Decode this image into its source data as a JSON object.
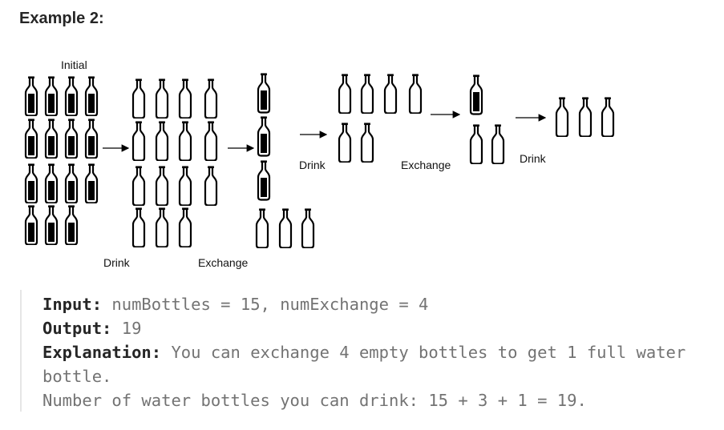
{
  "heading": "Example 2:",
  "diagram": {
    "labels": {
      "initial": "Initial",
      "drink_1": "Drink",
      "exchange_1": "Exchange",
      "drink_2": "Drink",
      "exchange_2": "Exchange",
      "drink_3": "Drink"
    }
  },
  "example": {
    "input_label": "Input:",
    "input_value": " numBottles = 15, numExchange = 4",
    "output_label": "Output:",
    "output_value": " 19",
    "explanation_label": "Explanation:",
    "explanation_value": " You can exchange 4 empty bottles to get 1 full water",
    "explanation_cont": "bottle.",
    "summary": "Number of water bottles you can drink: 15 + 3 + 1 = 19."
  }
}
